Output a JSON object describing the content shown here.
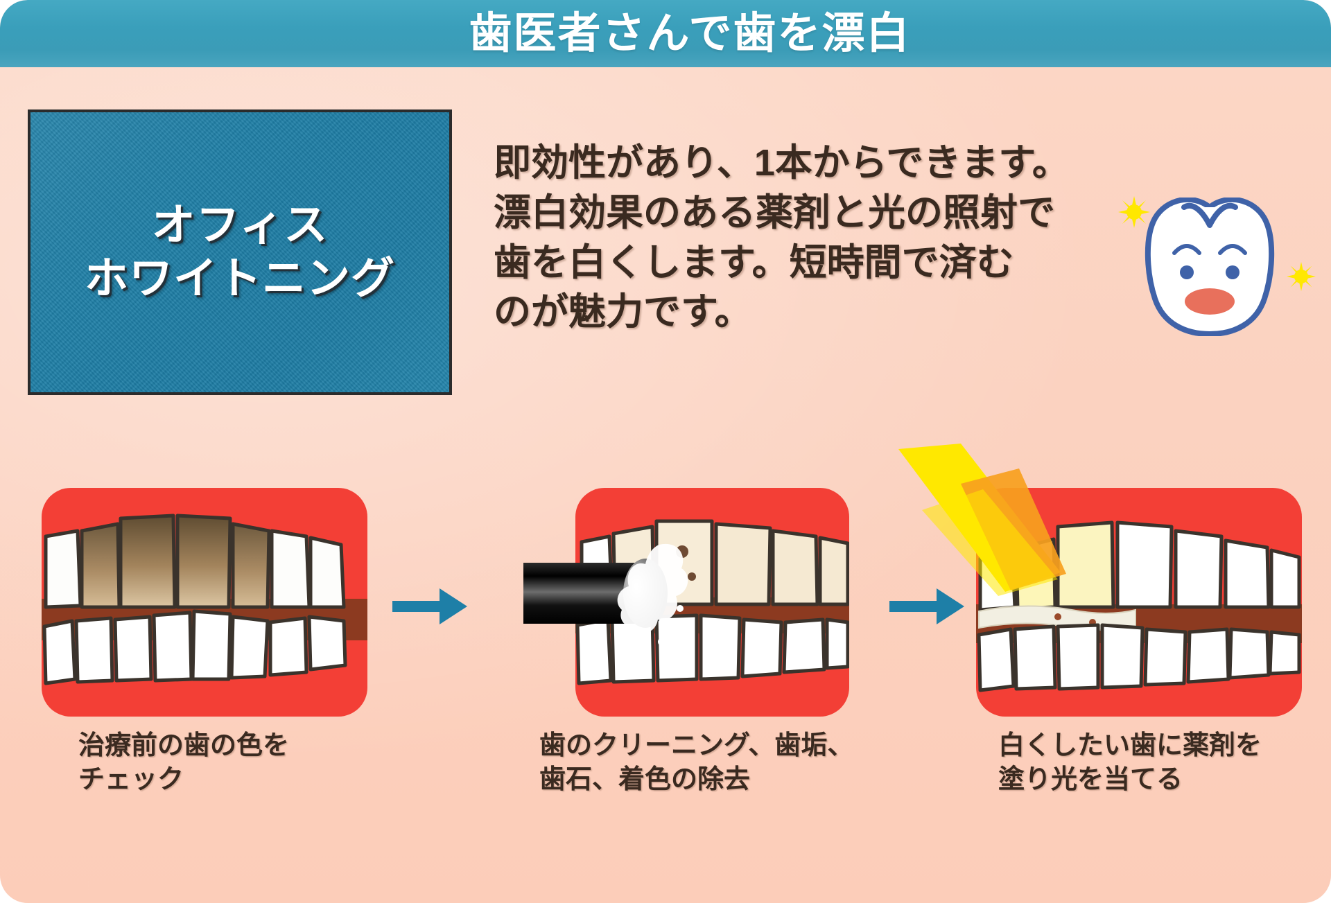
{
  "header": {
    "title": "歯医者さんで歯を漂白",
    "bg_color": "#3b9cb7",
    "text_color": "#ffffff"
  },
  "label_box": {
    "lines": [
      "オフィス",
      "ホワイトニング"
    ],
    "bg_color": "#1e7fa7",
    "border_color": "#2b2b2b",
    "text_color": "#ffffff"
  },
  "description": {
    "lines": [
      "即効性があり、1本からできます。",
      "漂白効果のある薬剤と光の照射で",
      "歯を白くします。短時間で済む",
      "のが魅力です。"
    ],
    "text_color": "#3a2a20"
  },
  "mascot": {
    "name": "smiling-tooth-mascot",
    "outline_color": "#3f62a8",
    "face_color": "#ffffff",
    "eye_color": "#3f62a8",
    "mouth_color": "#e8705c",
    "sparkle_color": "#ffe800"
  },
  "background": {
    "color": "#fbd2c0"
  },
  "steps": [
    {
      "index": 1,
      "panel_name": "stained-teeth-panel",
      "caption": [
        "治療前の歯の色を",
        "チェック"
      ],
      "gum_color": "#f33f36",
      "upper_tooth_color": "#8a7050",
      "lower_tooth_color": "#ffffff",
      "inner_mouth_color": "#8c3a20"
    },
    {
      "index": 2,
      "panel_name": "cleaning-tool-panel",
      "caption": [
        "歯のクリーニング、歯垢、",
        "歯石、着色の除去"
      ],
      "gum_color": "#f33f36",
      "upper_tooth_color": "#f3e4c8",
      "lower_tooth_color": "#ffffff",
      "inner_mouth_color": "#8c3a20",
      "tool_color": "#111111",
      "spray_color": "#ffffff"
    },
    {
      "index": 3,
      "panel_name": "light-application-panel",
      "caption": [
        "白くしたい歯に薬剤を",
        "塗り光を当てる"
      ],
      "gum_color": "#f33f36",
      "upper_tooth_color": "#ffffff",
      "lower_tooth_color": "#ffffff",
      "inner_mouth_color": "#8c3a20",
      "beam_color": "#ffe800",
      "beam_accent_color": "#f5a623"
    }
  ],
  "arrows": {
    "name": "right-arrow",
    "color": "#1e7fa7",
    "count": 2
  }
}
